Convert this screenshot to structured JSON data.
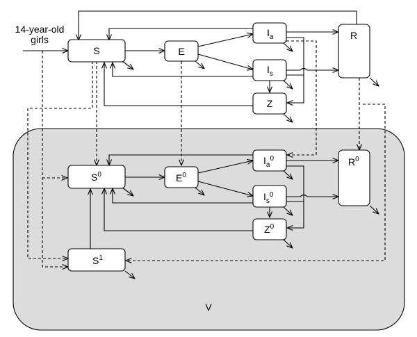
{
  "colors": {
    "vaccinated_region": "#dcdcdc",
    "line": "#000000",
    "box_fill": "#ffffff"
  },
  "entry": {
    "line1": "14-year-old",
    "line2": "girls"
  },
  "region": {
    "label": "V"
  },
  "nodes": {
    "S": {
      "base": "S",
      "sub": "",
      "sup": ""
    },
    "E": {
      "base": "E",
      "sub": "",
      "sup": ""
    },
    "Ia": {
      "base": "I",
      "sub": "a",
      "sup": ""
    },
    "Is": {
      "base": "I",
      "sub": "s",
      "sup": ""
    },
    "Z": {
      "base": "Z",
      "sub": "",
      "sup": ""
    },
    "R": {
      "base": "R",
      "sub": "",
      "sup": ""
    },
    "S0": {
      "base": "S",
      "sub": "",
      "sup": "0"
    },
    "E0": {
      "base": "E",
      "sub": "",
      "sup": "0"
    },
    "Ia0": {
      "base": "I",
      "sub": "a",
      "sup": "0"
    },
    "Is0": {
      "base": "I",
      "sub": "s",
      "sup": "0"
    },
    "Z0": {
      "base": "Z",
      "sub": "",
      "sup": "0"
    },
    "R0": {
      "base": "R",
      "sub": "",
      "sup": "0"
    },
    "S1": {
      "base": "S",
      "sub": "",
      "sup": "1"
    }
  }
}
